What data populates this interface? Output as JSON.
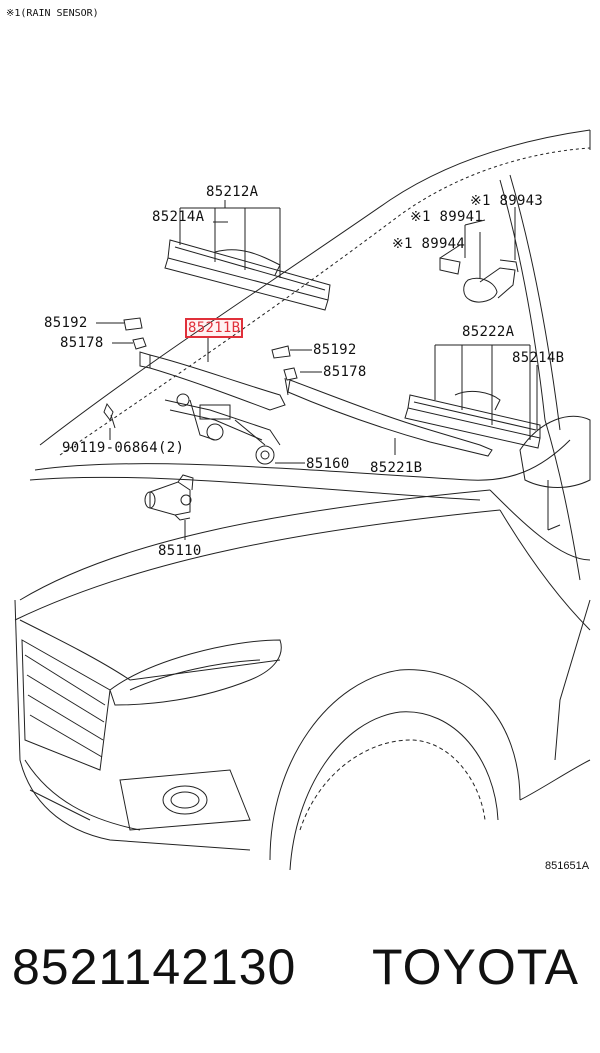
{
  "header_note": "※1(RAIN SENSOR)",
  "labels": {
    "l85212A": "85212A",
    "l85214A": "85214A",
    "l89943": "※1 89943",
    "l89941": "※1 89941",
    "l89944": "※1 89944",
    "l85192a": "85192",
    "l85178a": "85178",
    "l85211B": "85211B",
    "l85192b": "85192",
    "l85178b": "85178",
    "l85222A": "85222A",
    "l85214B": "85214B",
    "l90119": "90119-06864(2)",
    "l85160": "85160",
    "l85221B": "85221B",
    "l85110": "85110"
  },
  "diagram_code": "851651A",
  "part_number": "8521142130",
  "brand": "TOYOTA",
  "colors": {
    "highlight": "#e0303a",
    "line": "#222222"
  }
}
